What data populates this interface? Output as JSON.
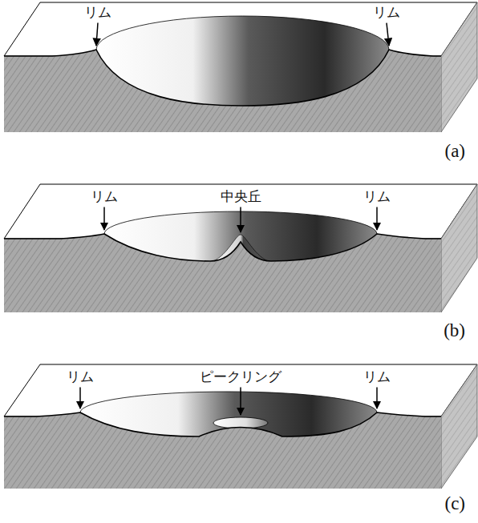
{
  "diagram": {
    "labels": [
      "リム",
      "リム",
      "(a)",
      "リム",
      "中央丘",
      "リム",
      "(b)",
      "リム",
      "ピークリング",
      "リム",
      "(c)"
    ]
  }
}
